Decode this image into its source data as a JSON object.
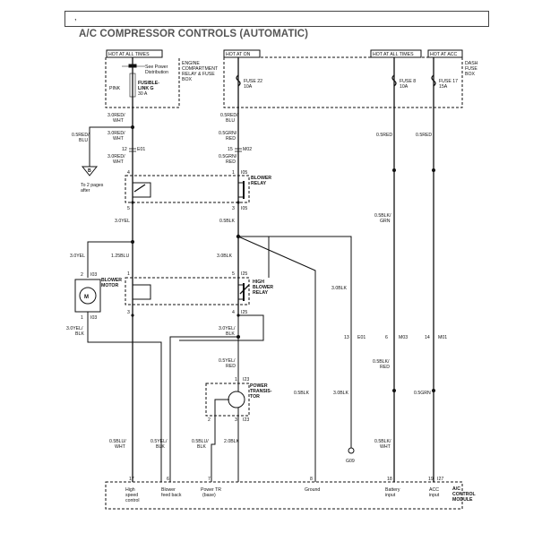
{
  "page_header": ",",
  "title": "A/C COMPRESSOR CONTROLS (AUTOMATIC)",
  "power_tags": {
    "hot_all_times_1": "HOT AT ALL TIMES",
    "hot_at_on": "HOT AT ON",
    "hot_all_times_2": "HOT AT ALL TIMES",
    "hot_at_acc": "HOT AT ACC"
  },
  "boxes": {
    "engine_relay_box": "ENGINE COMPARTMENT RELAY & FUSE BOX",
    "dash_fuse_box": "DASH FUSE BOX"
  },
  "fuses": {
    "fusible_link": {
      "name": "FUSIBLE-",
      "name2": "LINK G",
      "rating": "30 A",
      "color": "PINK",
      "note": "See Power",
      "note2": "Distribution"
    },
    "fuse22": {
      "name": "FUSE 22",
      "rating": "10A"
    },
    "fuse8": {
      "name": "FUSE 8",
      "rating": "10A"
    },
    "fuse17": {
      "name": "FUSE 17",
      "rating": "15A"
    }
  },
  "wires": {
    "w1": "3.0RED/",
    "w1b": "WHT",
    "w2": "0.5RED/",
    "w2b": "BLU",
    "w3": "0.5RED/",
    "w3b": "BLU",
    "w4": "3.0RED/",
    "w4b": "WHT",
    "w5": "3.0RED/",
    "w5b": "WHT",
    "w6": "0.5GRN/",
    "w6b": "RED",
    "w7": "0.5GRN/",
    "w7b": "RED",
    "w8": "0.5RED",
    "w9": "0.5RED",
    "w10": "3.0YEL",
    "w11": "0.5BLK",
    "w12": "0.5BLK/",
    "w12b": "GRN",
    "w13": "3.0YEL",
    "w14": "1.25BLU",
    "w15": "3.0BLK",
    "w16": "3.0BLK",
    "w17": "3.0YEL/",
    "w17b": "BLK",
    "w18": "3.0YEL/",
    "w18b": "BLK",
    "w19": "0.5YEL/",
    "w19b": "RED",
    "w20": "0.5BLK",
    "w21": "3.0BLK",
    "w22": "0.5GRN",
    "w23": "0.5BLK/",
    "w23b": "RED",
    "w24": "0.5BLU/",
    "w24b": "WHT",
    "w25": "0.5YEL/",
    "w25b": "BLK",
    "w26": "0.5BLU/",
    "w26b": "BLK",
    "w27": "2.0BLK",
    "w28": "0.5BLK/",
    "w28b": "WHT"
  },
  "connectors": {
    "e01a": "E01",
    "e01a_pin": "12",
    "m02": "M02",
    "m02_pin": "15",
    "i05a": "I05",
    "i05a_pin": "4",
    "i05a_pin2": "1",
    "i05b": "I05",
    "i05b_pin": "3",
    "i05b_pin2": "5",
    "i25a": "I25",
    "i25a_pin": "1",
    "i25a_pin2": "5",
    "i25b": "I25",
    "i25b_pin": "3",
    "i25b_pin2": "4",
    "i03a": "I03",
    "i03a_pin": "2",
    "i03b": "I03",
    "i03b_pin": "1",
    "i23a": "I23",
    "i23a_pin": "1",
    "i23b": "I23",
    "i23b_pin": "2",
    "i23b_pin2": "3",
    "e01b": "E01",
    "e01b_pin": "13",
    "m03": "M03",
    "m03_pin": "6",
    "m01": "M01",
    "m01_pin": "14",
    "i27": "I27",
    "g09": "G09"
  },
  "components": {
    "blower_relay": "BLOWER",
    "blower_relay2": "RELAY",
    "high_blower_relay": "HIGH",
    "high_blower_relay2": "BLOWER",
    "high_blower_relay3": "RELAY",
    "blower_motor": "BLOWER",
    "blower_motor2": "MOTOR",
    "motor_symbol": "M",
    "power_transistor": "POWER",
    "power_transistor2": "TRANSIS-",
    "power_transistor3": "TOR"
  },
  "ref": {
    "node": "B",
    "note": "To 2 pages",
    "note2": "after"
  },
  "module": {
    "name": "A/C",
    "name2": "CONTROL",
    "name3": "MODULE",
    "pins": {
      "p17": {
        "pin": "17",
        "label": "High",
        "label2": "speed",
        "label3": "control"
      },
      "p6": {
        "pin": "6",
        "label": "Blower",
        "label2": "feed back"
      },
      "p7": {
        "pin": "7",
        "label": "Power TR",
        "label2": "(base)"
      },
      "p8": {
        "pin": "8",
        "label": "Ground"
      },
      "p18": {
        "pin": "18",
        "label": "Battery",
        "label2": "input"
      },
      "p19": {
        "pin": "19",
        "label": "ACC",
        "label2": "input"
      }
    }
  }
}
